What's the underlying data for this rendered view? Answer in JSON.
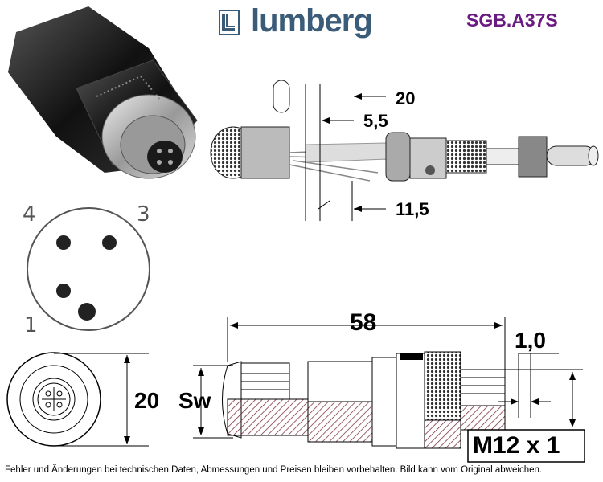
{
  "brand": {
    "name": "lumberg",
    "logo": "lumberg-logo-icon"
  },
  "part_number": "SGB.A37S",
  "pin_labels": {
    "p4": "4",
    "p3": "3",
    "p1": "1"
  },
  "dimensions": {
    "d20_top": "20",
    "d5_5": "5,5",
    "d11_5": "11,5",
    "d58": "58",
    "d1_0": "1,0",
    "sw": "Sw",
    "d20_face": "20",
    "thread": "M12 x 1"
  },
  "footer": "Fehler und Änderungen bei technischen Daten, Abmessungen und Preisen bleiben vorbehalten. Bild kann vom Original abweichen.",
  "colors": {
    "brand": "#3b5c78",
    "part_number": "#6a1b82"
  }
}
